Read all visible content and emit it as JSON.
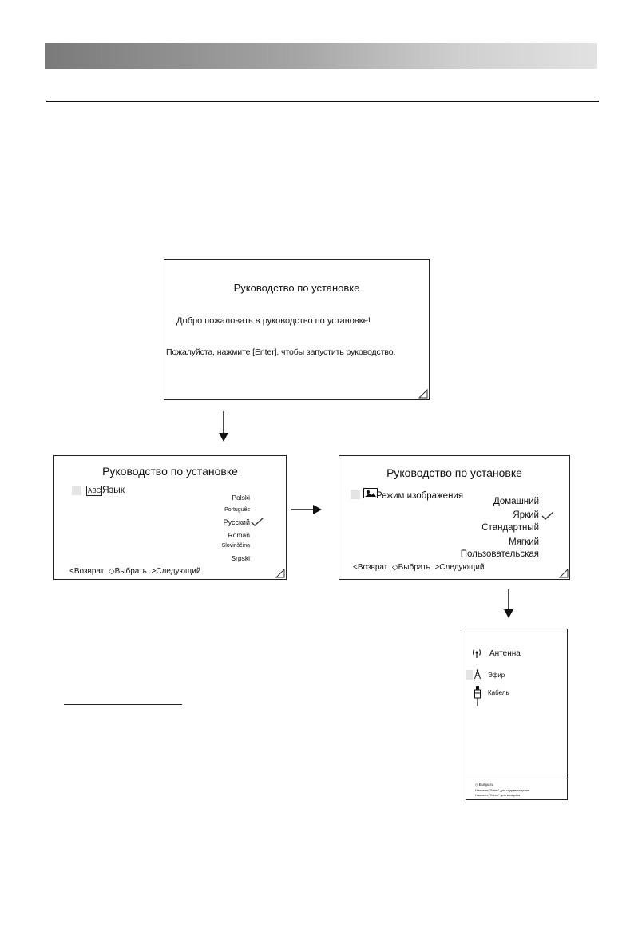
{
  "welcome": {
    "title": "Руководство по установке",
    "greeting": "Добро пожаловать в руководство по установке!",
    "instruction": "Пожалуйста, нажмите [Enter], чтобы запустить руководство."
  },
  "language": {
    "title": "Руководство по установке",
    "icon_label": "ABC",
    "heading": "Язык",
    "options": [
      "Polski",
      "Português",
      "Русский",
      "Român",
      "Slovinščina",
      "Srpski"
    ],
    "selected_index": 2,
    "footer": {
      "back": "Возврат",
      "select": "Выбрать",
      "next": "Следующий"
    }
  },
  "picture": {
    "title": "Руководство по установке",
    "heading": "Режим изображения",
    "options": [
      "Домашний",
      "Яркий",
      "Стандартный",
      "Мягкий",
      "Пользовательская"
    ],
    "selected_index": 1,
    "footer": {
      "back": "Возврат",
      "select": "Выбрать",
      "next": "Следующий"
    }
  },
  "antenna": {
    "heading": "Антенна",
    "options": [
      "Эфир",
      "Кабель"
    ],
    "footer_select": "Выбрать",
    "footer_confirm": "Нажмите \"Enter\" для подтверждения",
    "footer_back": "Нажмите \"Menu\" для возврата"
  },
  "colors": {
    "border": "#222222",
    "highlight": "#e4e4e4"
  }
}
